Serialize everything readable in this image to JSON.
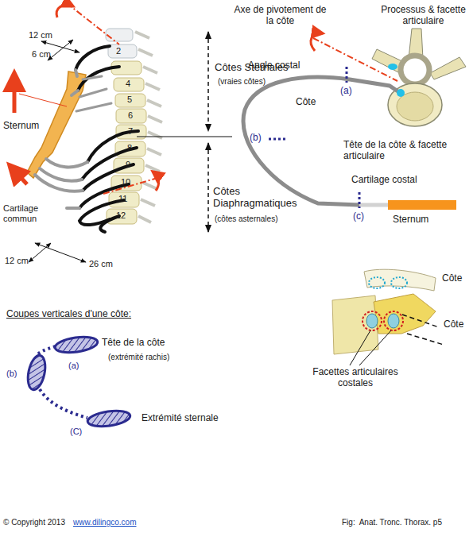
{
  "diagram": {
    "caption": "Fig:  Anat. Tronc. Thorax. p5",
    "labels": [
      "12 cm",
      "6 cm",
      "2",
      "4",
      "5",
      "6",
      "7",
      "8",
      "9",
      "10",
      "11",
      "12",
      "Côtes Sternales",
      "(vraies côtes)",
      "Sternum",
      "Cartilage commun",
      "Côtes Diaphragmatiques",
      "(côtes asternales)",
      "12 cm",
      "26 cm",
      "Axe de pivotement de la côte",
      "Processus & facette articulaire",
      "Angle costal",
      "(a)",
      "Côte",
      "(b)",
      "Tête de la côte & facette articulaire",
      "Cartilage costal",
      "(c)",
      "Sternum",
      "Coupes verticales d'une côte:",
      "Tête de la côte",
      "(extrémité rachis)",
      "(a)",
      "(b)",
      "(C)",
      "Extrémité sternale",
      "Côte",
      "Côte",
      "Facettes articulaires costales",
      "© Copyright 2013",
      "www.dilingco.com"
    ]
  }
}
